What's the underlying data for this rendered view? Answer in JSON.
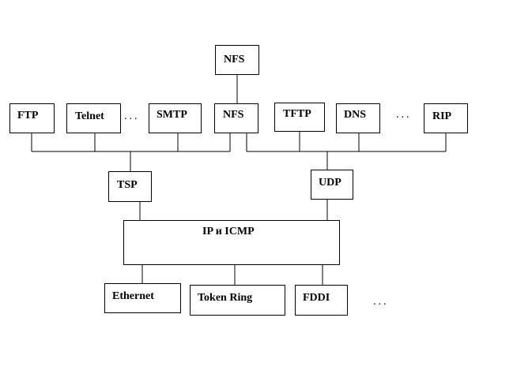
{
  "diagram": {
    "nfs_top": "NFS",
    "apps": {
      "ftp": "FTP",
      "telnet": "Telnet",
      "smtp": "SMTP",
      "nfs": "NFS",
      "tftp": "TFTP",
      "dns": "DNS",
      "rip": "RIP"
    },
    "transport": {
      "tsp": "TSP",
      "udp": "UDP"
    },
    "network": "IP и ICMP",
    "link": {
      "ethernet": "Ethernet",
      "token_ring": "Token Ring",
      "fddi": "FDDI"
    },
    "ellipsis": "..."
  },
  "colors": {
    "line": "#000000",
    "background": "#ffffff"
  }
}
